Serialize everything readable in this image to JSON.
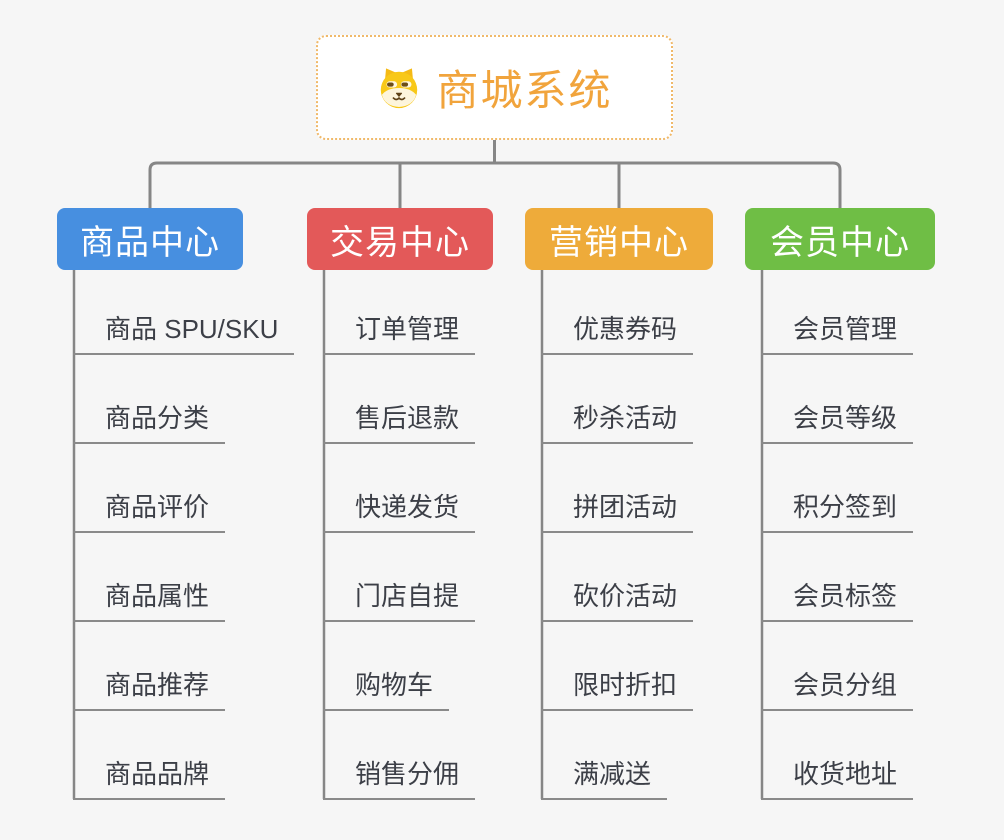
{
  "canvas": {
    "background": "#f6f6f6",
    "connector_color": "#868686"
  },
  "root": {
    "title": "商城系统",
    "icon": "dog-face-icon",
    "text_color": "#f1a43c",
    "border_color": "#f0b96a"
  },
  "branches": [
    {
      "id": "product-center",
      "label": "商品中心",
      "color": "#478fe0",
      "items": [
        "商品 SPU/SKU",
        "商品分类",
        "商品评价",
        "商品属性",
        "商品推荐",
        "商品品牌"
      ]
    },
    {
      "id": "trade-center",
      "label": "交易中心",
      "color": "#e35959",
      "items": [
        "订单管理",
        "售后退款",
        "快递发货",
        "门店自提",
        "购物车",
        "销售分佣"
      ]
    },
    {
      "id": "marketing-center",
      "label": "营销中心",
      "color": "#eeab3a",
      "items": [
        "优惠券码",
        "秒杀活动",
        "拼团活动",
        "砍价活动",
        "限时折扣",
        "满减送"
      ]
    },
    {
      "id": "member-center",
      "label": "会员中心",
      "color": "#6fbe45",
      "items": [
        "会员管理",
        "会员等级",
        "积分签到",
        "会员标签",
        "会员分组",
        "收货地址"
      ]
    }
  ]
}
